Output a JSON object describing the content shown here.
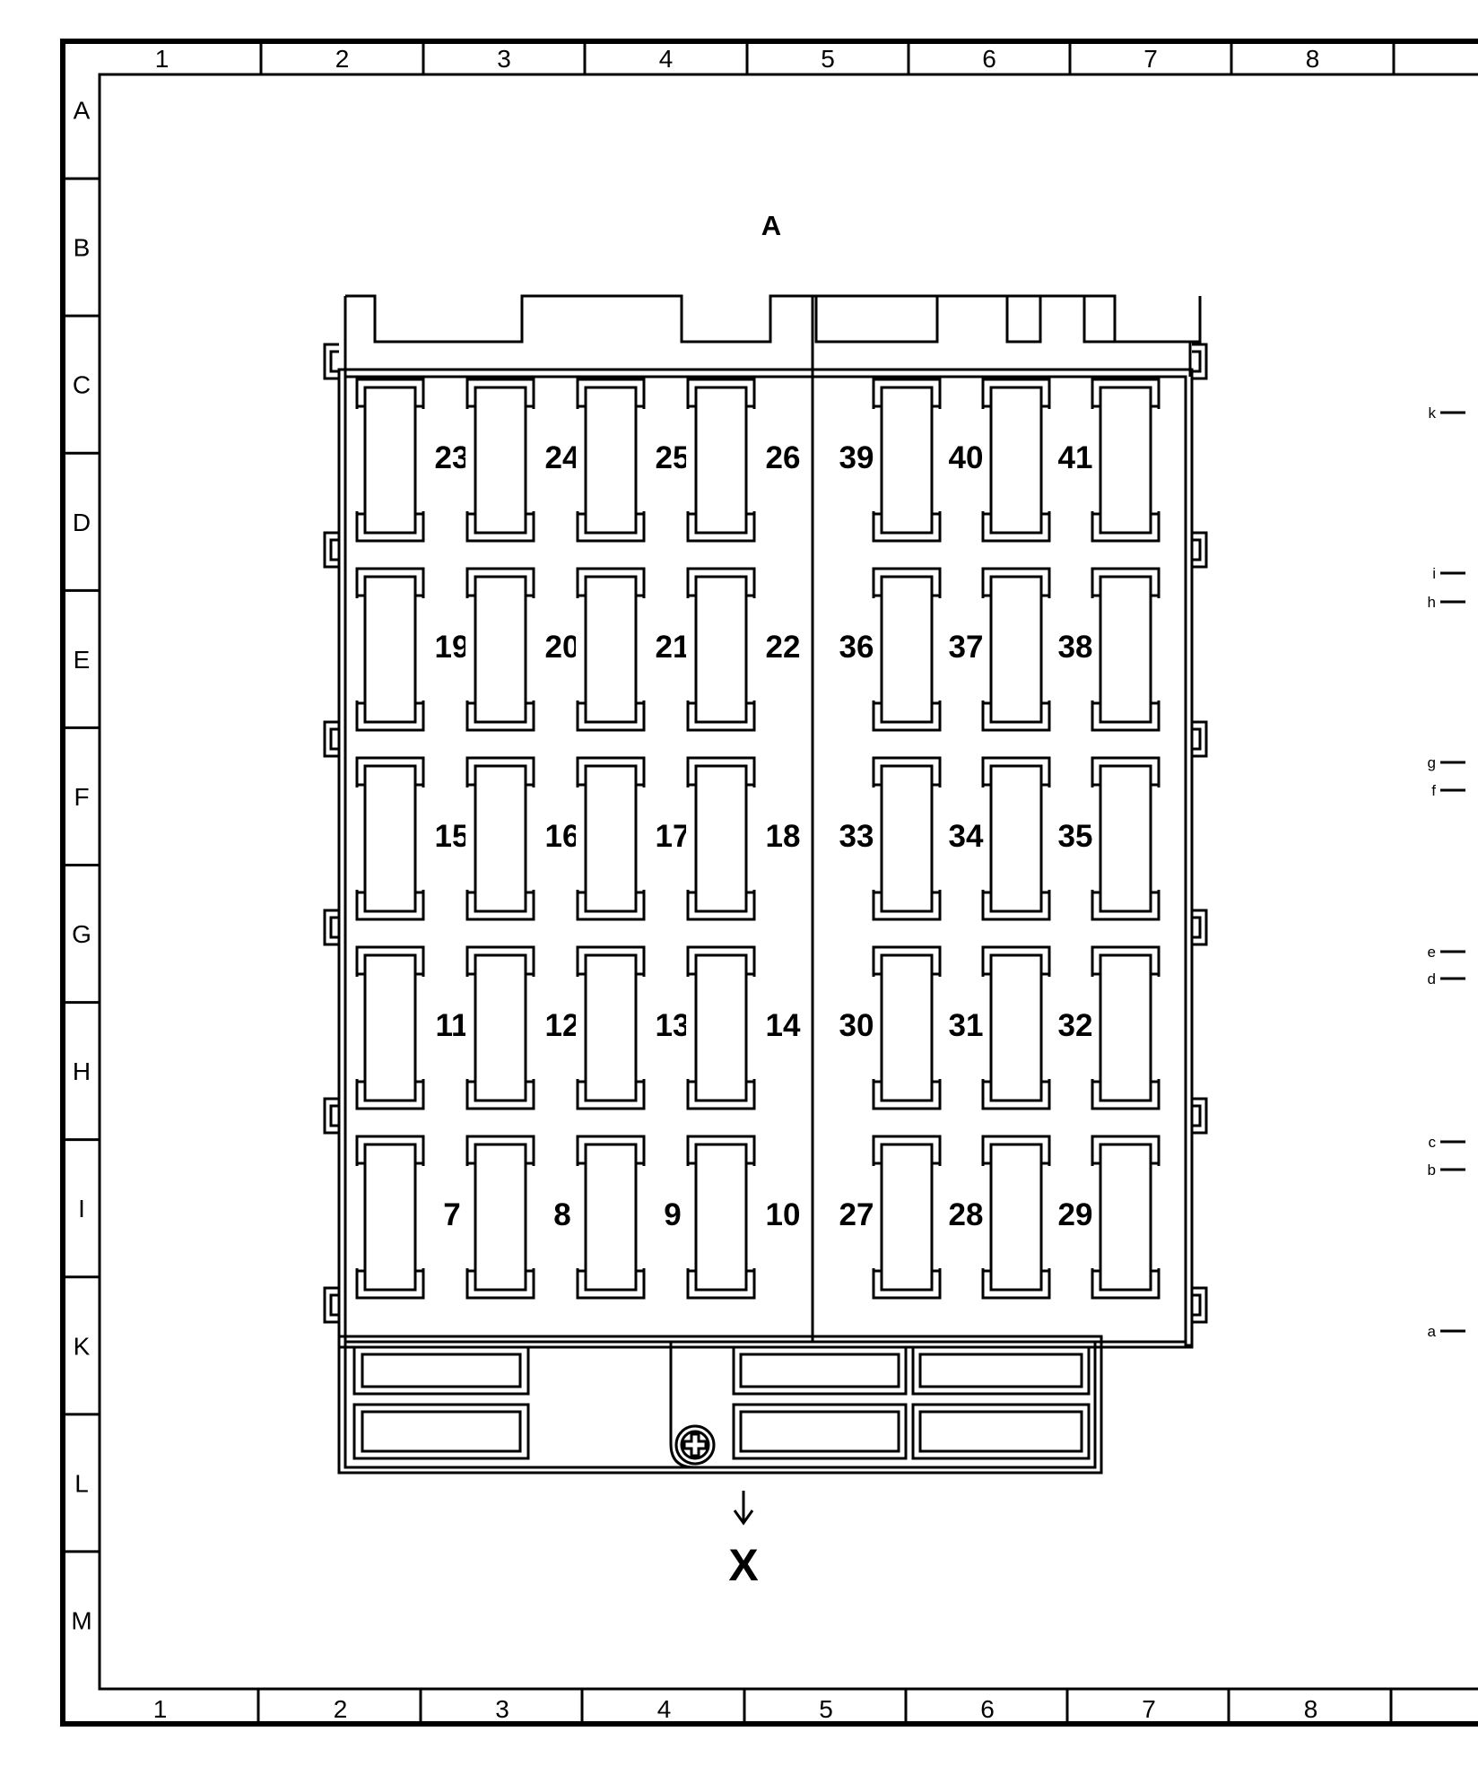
{
  "frame": {
    "columns": [
      "1",
      "2",
      "3",
      "4",
      "5",
      "6",
      "7",
      "8"
    ],
    "rows": [
      "A",
      "B",
      "C",
      "D",
      "E",
      "F",
      "G",
      "H",
      "I",
      "K",
      "L",
      "M"
    ]
  },
  "view_label": "A",
  "direction_label": "X",
  "fuse_block": {
    "left_rows": [
      [
        "23",
        "24",
        "25",
        "26"
      ],
      [
        "19",
        "20",
        "21",
        "22"
      ],
      [
        "15",
        "16",
        "17",
        "18"
      ],
      [
        "11",
        "12",
        "13",
        "14"
      ],
      [
        "7",
        "8",
        "9",
        "10"
      ]
    ],
    "right_rows": [
      [
        "39",
        "40",
        "41"
      ],
      [
        "36",
        "37",
        "38"
      ],
      [
        "33",
        "34",
        "35"
      ],
      [
        "30",
        "31",
        "32"
      ],
      [
        "27",
        "28",
        "29"
      ]
    ]
  },
  "callouts": [
    "k",
    "i",
    "h",
    "g",
    "f",
    "e",
    "d",
    "c",
    "b",
    "a"
  ],
  "icons": {
    "screw": "screw-head-icon",
    "arrow": "arrow-down-icon"
  }
}
